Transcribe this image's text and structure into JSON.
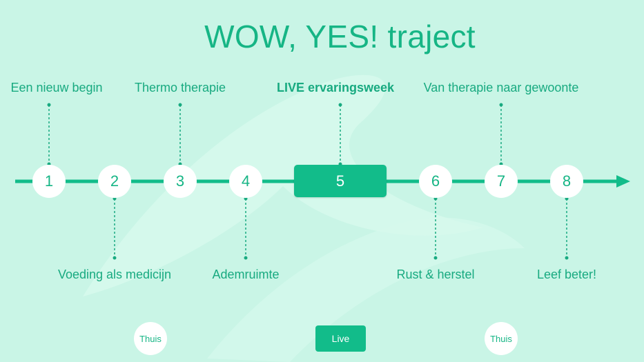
{
  "title": "WOW, YES! traject",
  "colors": {
    "background": "#c9f5e6",
    "accent": "#12bc8a",
    "text": "#18aa80",
    "node": "#ffffff"
  },
  "steps": [
    {
      "number": "1",
      "label": "Een nieuw begin"
    },
    {
      "number": "2",
      "label": "Voeding als medicijn"
    },
    {
      "number": "3",
      "label": "Thermo therapie"
    },
    {
      "number": "4",
      "label": "Ademruimte"
    },
    {
      "number": "5",
      "label": "LIVE ervaringsweek"
    },
    {
      "number": "6",
      "label": "Rust & herstel"
    },
    {
      "number": "7",
      "label": "Van therapie naar gewoonte"
    },
    {
      "number": "8",
      "label": "Leef beter!"
    }
  ],
  "phases": [
    {
      "label": "Thuis"
    },
    {
      "label": "Live"
    },
    {
      "label": "Thuis"
    }
  ]
}
